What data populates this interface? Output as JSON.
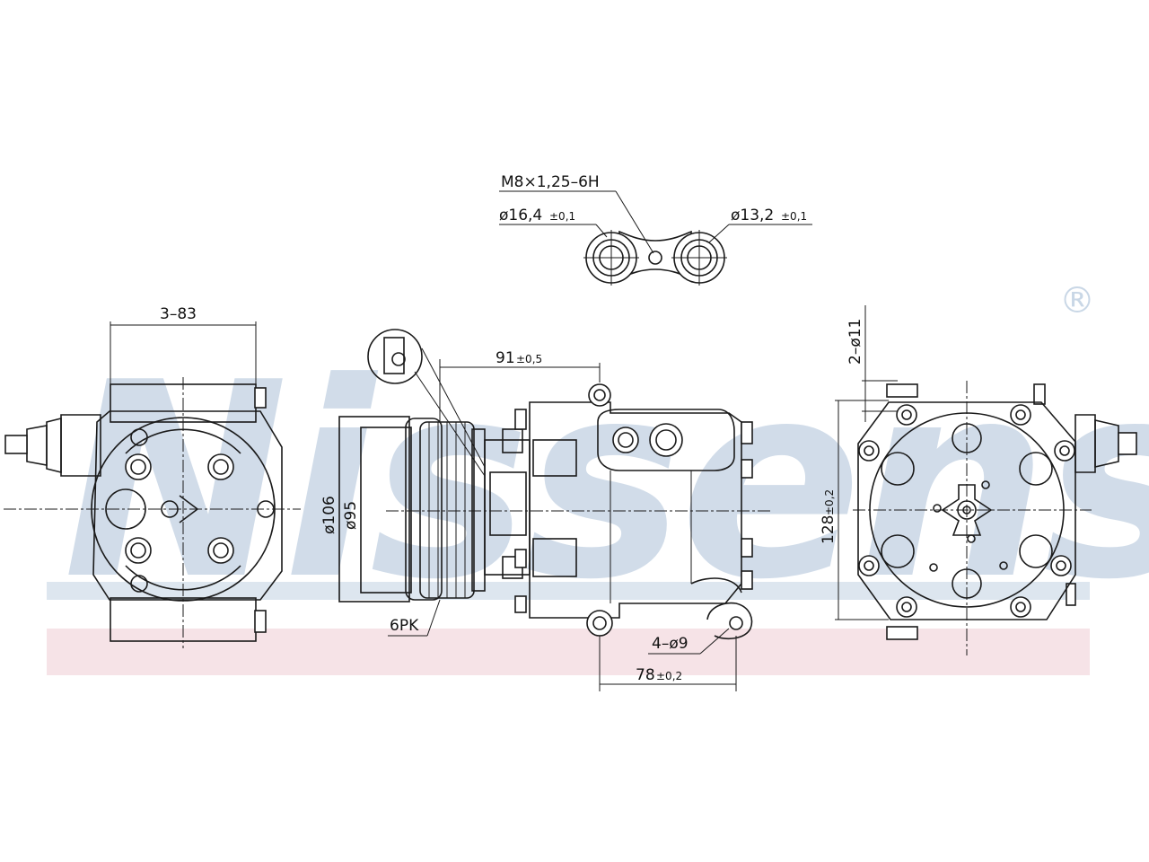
{
  "watermark": {
    "brand": "Nissens",
    "registered_mark": "®",
    "band_colors": {
      "top": "#dde6ef",
      "bottom": "#f6e3e7",
      "letters": "#c9d7e6"
    }
  },
  "dimensions": {
    "port_thread": "M8×1,25–6H",
    "suction_port_dia": "ø16,4",
    "suction_port_tol": "±0,1",
    "discharge_port_dia": "ø13,2",
    "discharge_port_tol": "±0,1",
    "mount_ears": "3–83",
    "length_mount": "91",
    "length_mount_tol": "±0,5",
    "pulley_outer_dia": "ø106",
    "pulley_inner_dia": "ø95",
    "belt_profile": "6PK",
    "mount_holes": "4–ø9",
    "hole_spacing": "78",
    "hole_spacing_tol": "±0,2",
    "rear_holes": "2–ø11",
    "rear_height": "128",
    "rear_height_tol": "±0,2"
  }
}
